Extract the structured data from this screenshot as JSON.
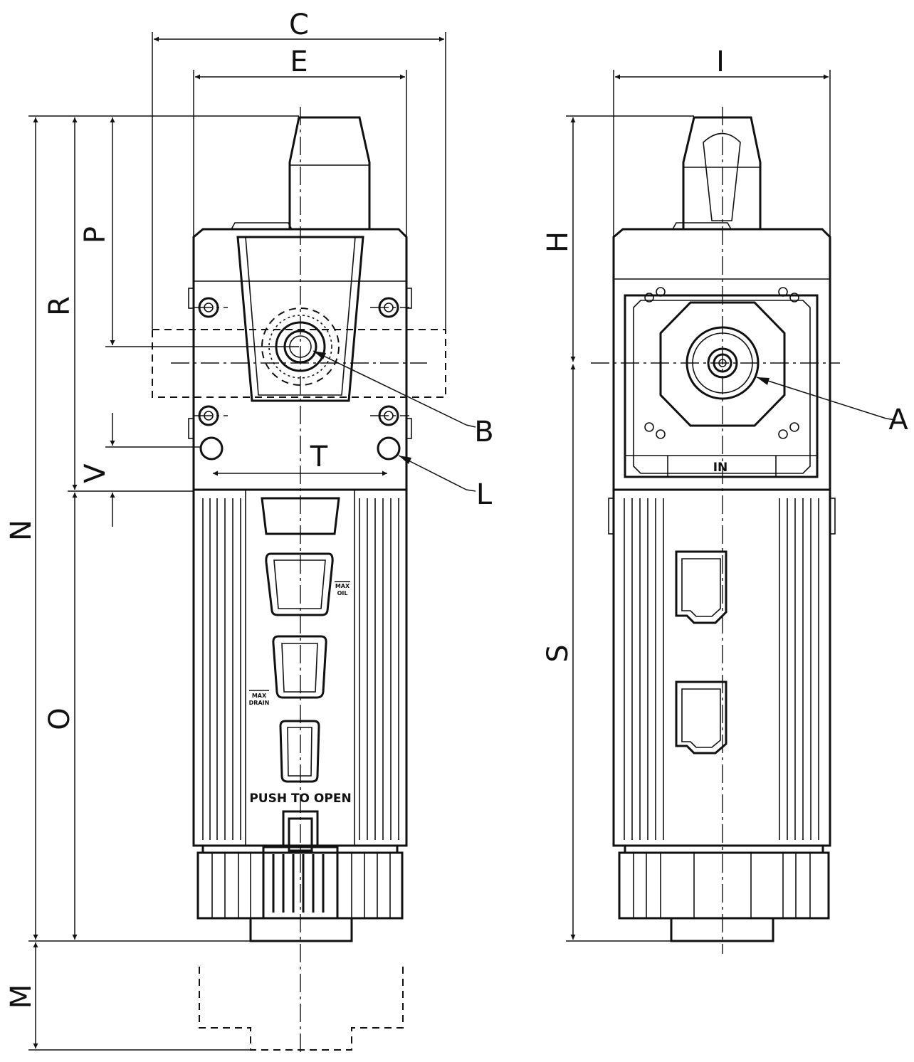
{
  "dimension_labels": {
    "C": "C",
    "E": "E",
    "I": "I",
    "N": "N",
    "R": "R",
    "P": "P",
    "V": "V",
    "O": "O",
    "M": "M",
    "H": "H",
    "S": "S",
    "T": "T"
  },
  "callouts": {
    "A": "A",
    "B": "B",
    "L": "L"
  },
  "front_view": {
    "max_oil": [
      "MAX",
      "OIL"
    ],
    "max_drain": [
      "MAX",
      "DRAIN"
    ],
    "push_to_open": "PUSH TO OPEN"
  },
  "side_view": {
    "port_label": "IN"
  }
}
